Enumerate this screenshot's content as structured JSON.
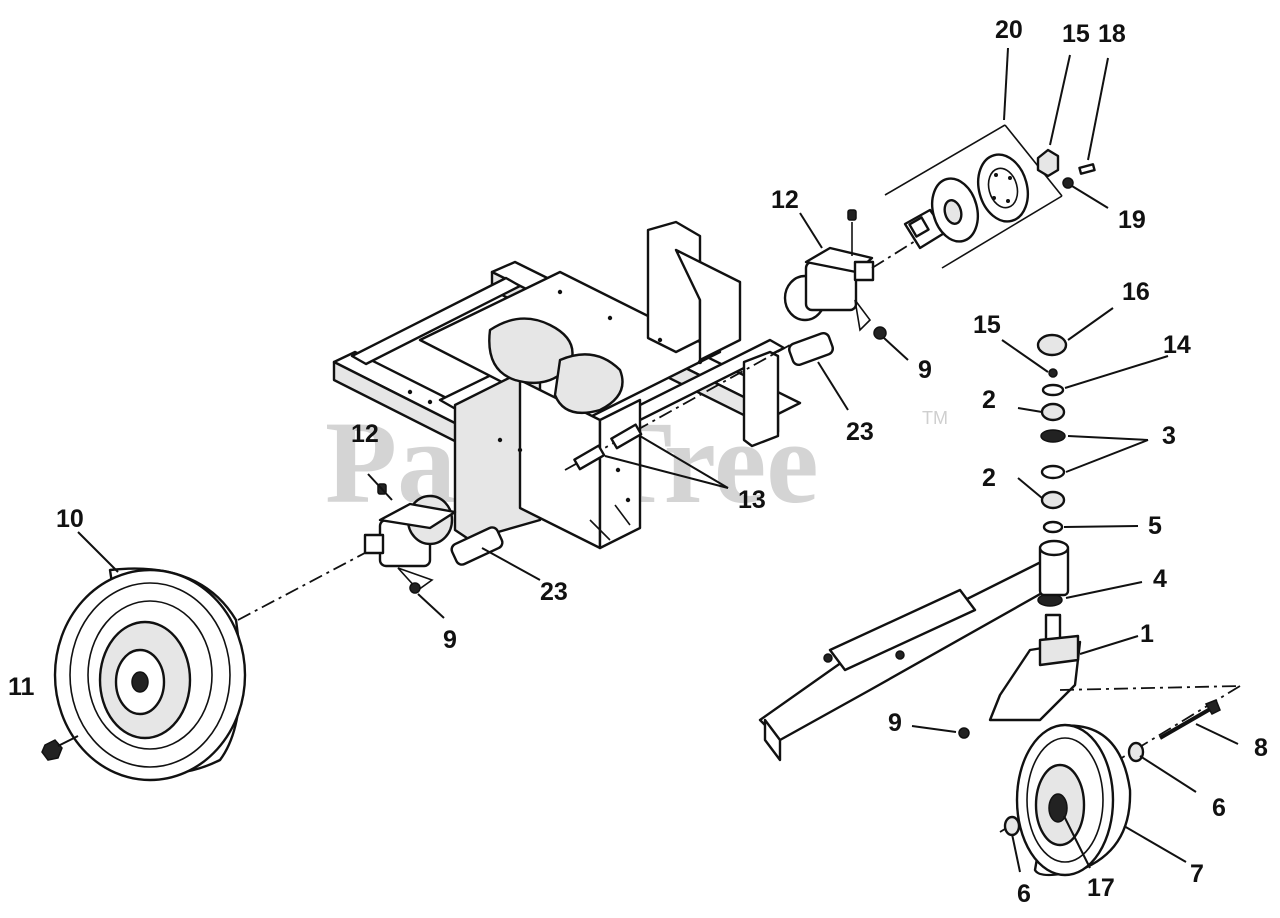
{
  "watermark": {
    "text": "PartsTree",
    "trademark": "TM"
  },
  "callouts": [
    {
      "id": "c20a",
      "label": "20"
    },
    {
      "id": "c15a",
      "label": "15"
    },
    {
      "id": "c18",
      "label": "18"
    },
    {
      "id": "c19",
      "label": "19"
    },
    {
      "id": "c12a",
      "label": "12"
    },
    {
      "id": "c16",
      "label": "16"
    },
    {
      "id": "c15b",
      "label": "15"
    },
    {
      "id": "c14",
      "label": "14"
    },
    {
      "id": "c9a",
      "label": "9"
    },
    {
      "id": "c2a",
      "label": "2"
    },
    {
      "id": "c3",
      "label": "3"
    },
    {
      "id": "c23a",
      "label": "23"
    },
    {
      "id": "c12b",
      "label": "12"
    },
    {
      "id": "c13",
      "label": "13"
    },
    {
      "id": "c2b",
      "label": "2"
    },
    {
      "id": "c5",
      "label": "5"
    },
    {
      "id": "c10",
      "label": "10"
    },
    {
      "id": "c4",
      "label": "4"
    },
    {
      "id": "c23b",
      "label": "23"
    },
    {
      "id": "c9b",
      "label": "9"
    },
    {
      "id": "c1",
      "label": "1"
    },
    {
      "id": "c11",
      "label": "11"
    },
    {
      "id": "c9c",
      "label": "9"
    },
    {
      "id": "c8",
      "label": "8"
    },
    {
      "id": "c6a",
      "label": "6"
    },
    {
      "id": "c7",
      "label": "7"
    },
    {
      "id": "c6b",
      "label": "6"
    },
    {
      "id": "c17",
      "label": "17"
    }
  ]
}
